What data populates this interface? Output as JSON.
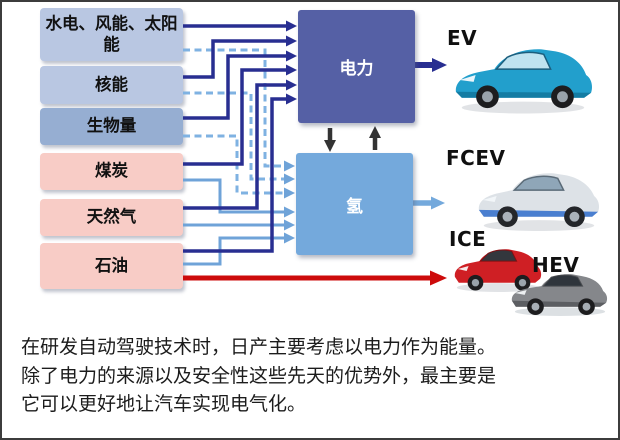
{
  "diagram": {
    "sources": [
      {
        "id": "renewables",
        "label": "水电、风能、太阳能",
        "category": "low-carbon"
      },
      {
        "id": "nuclear",
        "label": "核能",
        "category": "low-carbon"
      },
      {
        "id": "biomass",
        "label": "生物量",
        "category": "bio"
      },
      {
        "id": "coal",
        "label": "煤炭",
        "category": "fossil"
      },
      {
        "id": "natural-gas",
        "label": "天然气",
        "category": "fossil"
      },
      {
        "id": "oil",
        "label": "石油",
        "category": "fossil"
      }
    ],
    "carriers": {
      "electricity": {
        "label": "电力"
      },
      "hydrogen": {
        "label": "氢"
      }
    },
    "vehicles": {
      "ev": {
        "label": "EV"
      },
      "fcev": {
        "label": "FCEV"
      },
      "ice": {
        "label": "ICE"
      },
      "hev": {
        "label": "HEV"
      }
    },
    "flows": [
      {
        "from": "水电、风能、太阳能",
        "to": "电力",
        "style": "solid-navy"
      },
      {
        "from": "核能",
        "to": "电力",
        "style": "solid-navy"
      },
      {
        "from": "生物量",
        "to": "电力",
        "style": "solid-navy"
      },
      {
        "from": "煤炭",
        "to": "电力",
        "style": "solid-navy"
      },
      {
        "from": "天然气",
        "to": "电力",
        "style": "solid-navy"
      },
      {
        "from": "石油",
        "to": "电力",
        "style": "solid-navy"
      },
      {
        "from": "水电、风能、太阳能",
        "to": "氢",
        "style": "dashed-lightblue"
      },
      {
        "from": "核能",
        "to": "氢",
        "style": "dashed-lightblue"
      },
      {
        "from": "生物量",
        "to": "氢",
        "style": "dashed-lightblue"
      },
      {
        "from": "煤炭",
        "to": "氢",
        "style": "solid-lightblue"
      },
      {
        "from": "天然气",
        "to": "氢",
        "style": "solid-lightblue"
      },
      {
        "from": "石油",
        "to": "氢",
        "style": "solid-lightblue"
      },
      {
        "from": "电力",
        "to": "氢",
        "style": "black-bidirectional"
      },
      {
        "from": "电力",
        "to": "EV",
        "style": "solid-navy-thick"
      },
      {
        "from": "氢",
        "to": "FCEV",
        "style": "solid-lightblue-thick"
      },
      {
        "from": "石油",
        "to": "ICE / HEV",
        "style": "solid-red-thick"
      }
    ]
  },
  "caption": {
    "line1": "在研发自动驾驶技术时，日产主要考虑以电力作为能量。",
    "line2": "除了电力的来源以及安全性这些先天的优势外，最主要是",
    "line3": "它可以更好地让汽车实现电气化。"
  },
  "colors": {
    "navy_arrow": "#282e91",
    "lightblue_arrow": "#6fa3d8",
    "dashed_arrow": "#7fb2e2",
    "red_arrow": "#cd0b0b",
    "black_arrow": "#333333",
    "electricity_box": "#5560a5",
    "hydrogen_box": "#74a9dc",
    "source_light_blue": "#b9c7e2",
    "source_mid_blue": "#96aed2",
    "source_pink": "#f8ccc6"
  }
}
